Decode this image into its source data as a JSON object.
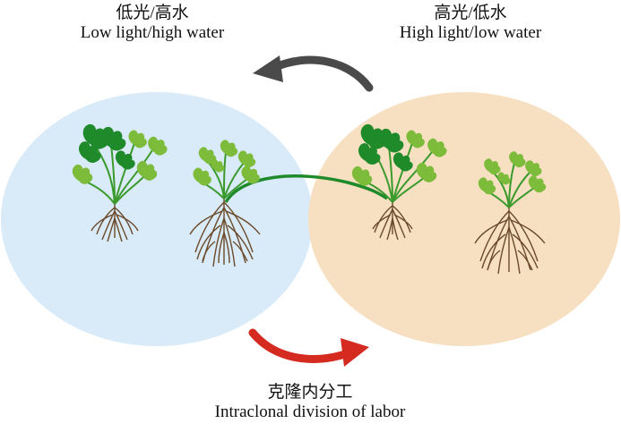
{
  "labels": {
    "left": {
      "zh": "低光/高水",
      "en": "Low light/high water"
    },
    "right": {
      "zh": "高光/低水",
      "en": "High light/low water"
    },
    "bottom": {
      "zh": "克隆内分工",
      "en": "Intraclonal division of labor"
    }
  },
  "colors": {
    "left_circle": "#d9eaf8",
    "right_circle": "#f7e0c2",
    "leaf_dark": "#1e8a2a",
    "leaf_light": "#7dbb3a",
    "stem": "#3a9a2c",
    "root": "#6b4a2a",
    "stolon": "#1f8a2a",
    "arrow_top": "#4a4a4a",
    "arrow_bottom": "#d42a20"
  }
}
